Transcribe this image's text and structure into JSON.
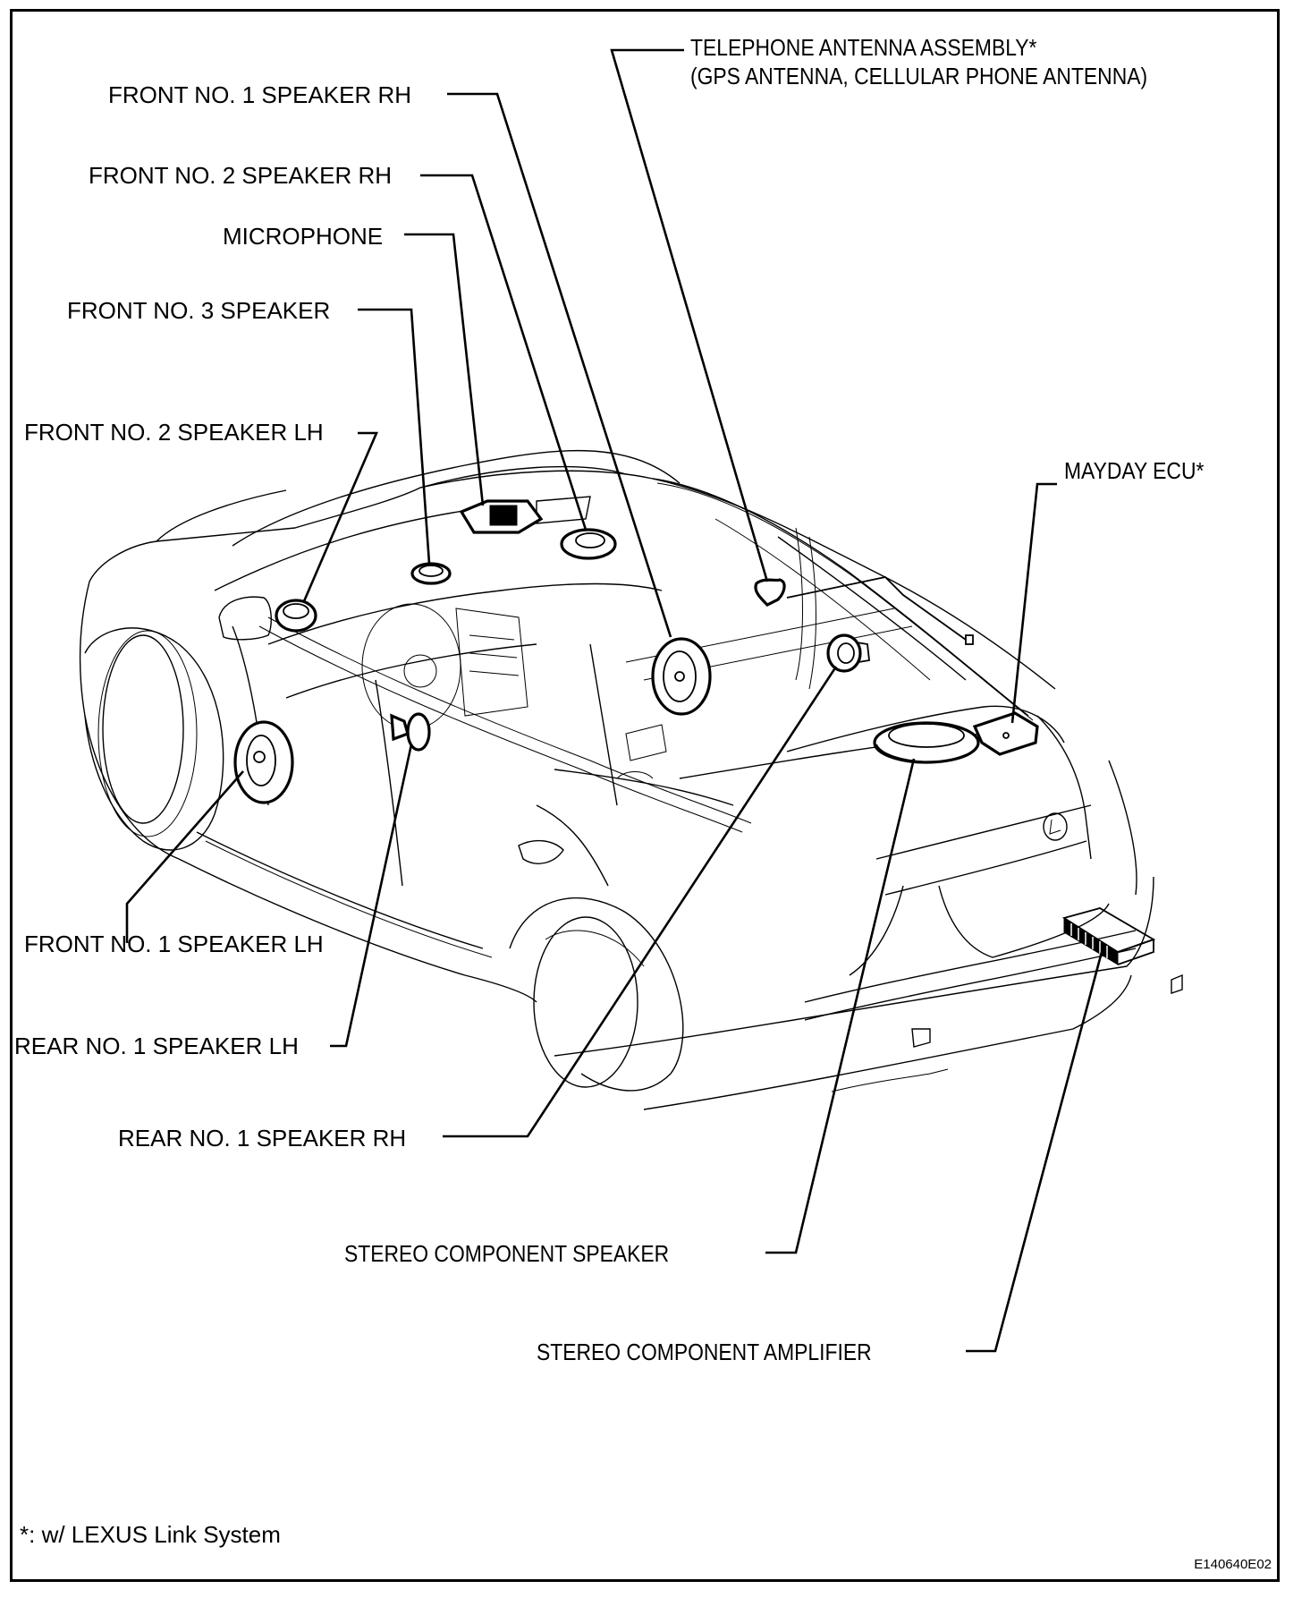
{
  "diagram": {
    "title": "Audio / Visual System Parts Location",
    "labels": {
      "telephone_antenna_line1": "TELEPHONE ANTENNA ASSEMBLY*",
      "telephone_antenna_line2": "(GPS ANTENNA, CELLULAR PHONE ANTENNA)",
      "front_no1_speaker_rh": "FRONT NO. 1 SPEAKER RH",
      "front_no2_speaker_rh": "FRONT NO. 2 SPEAKER RH",
      "microphone": "MICROPHONE",
      "front_no3_speaker": "FRONT NO. 3 SPEAKER",
      "front_no2_speaker_lh": "FRONT NO. 2 SPEAKER LH",
      "mayday_ecu": "MAYDAY ECU*",
      "front_no1_speaker_lh": "FRONT NO. 1 SPEAKER LH",
      "rear_no1_speaker_lh": "REAR NO. 1 SPEAKER LH",
      "rear_no1_speaker_rh": "REAR NO. 1 SPEAKER RH",
      "stereo_component_speaker": "STEREO COMPONENT SPEAKER",
      "stereo_component_amplifier": "STEREO COMPONENT AMPLIFIER"
    },
    "footnote": "*: w/ LEXUS Link System",
    "figure_code": "E140640E02",
    "vehicle_emblem": "lexus-emblem"
  }
}
